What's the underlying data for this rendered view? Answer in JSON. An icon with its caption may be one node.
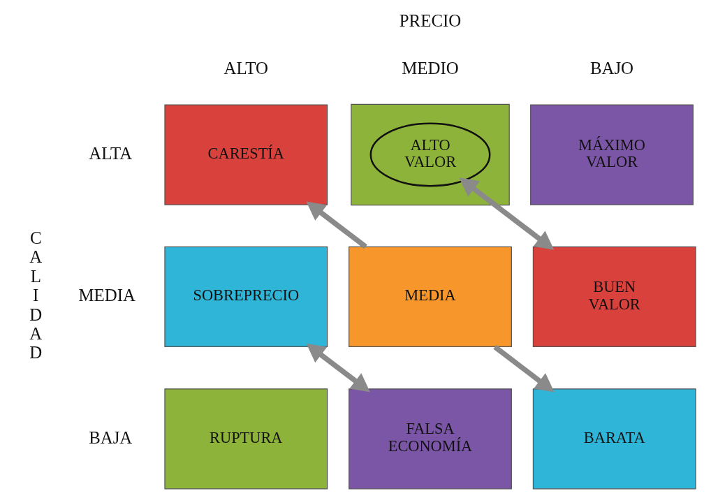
{
  "diagram": {
    "nodes": [
      {
        "text": [
          "CARESTÍA"
        ]
      },
      {
        "text": [],
        "shape": "box"
      },
      {
        "text": [
          "ALTO VALOR"
        ],
        "in": 1
      },
      {
        "text": [
          "MÁXIMO VALOR"
        ]
      },
      {
        "text": [
          "SOBREPRECIO"
        ]
      },
      {
        "text": [
          "MEDIA"
        ]
      },
      {
        "text": [
          "BUEN VALOR"
        ]
      },
      {
        "text": [
          "RUPTURA"
        ]
      },
      {
        "text": [
          "FALSA ECONOMÍA"
        ]
      },
      {
        "text": [
          "BARATA"
        ]
      }
    ],
    "edges": [
      {
        "from": 5,
        "to": 0,
        "arrow": "to"
      },
      {
        "from": 2,
        "to": 6,
        "arrow": "both"
      },
      {
        "from": 4,
        "to": 8,
        "arrow": "both"
      },
      {
        "from": 5,
        "to": 9,
        "arrow": "to"
      }
    ],
    "labels": [
      "PRECIO",
      "ALTO",
      "MEDIO",
      "BAJO",
      "ALTA",
      "CALIDAD",
      "MEDIA",
      "BAJA"
    ]
  }
}
